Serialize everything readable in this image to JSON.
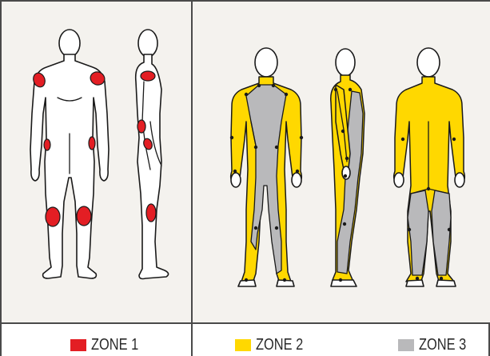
{
  "legend": {
    "zone1": {
      "label": "ZONE 1",
      "color": "#e31e24"
    },
    "zone2": {
      "label": "ZONE 2",
      "color": "#ffd800"
    },
    "zone3": {
      "label": "ZONE 3",
      "color": "#b9b9bb"
    }
  },
  "colors": {
    "outline": "#1a1a1a",
    "border": "#4a4a4a",
    "panel_bg": "#f4f2ee",
    "zone1": "#e31e24",
    "zone2": "#ffd800",
    "zone3": "#b9b9bb"
  },
  "figures": {
    "left_panel": [
      "front-figure-zone1",
      "side-figure-zone1"
    ],
    "right_panel": [
      "front-figure-zones23",
      "side-figure-zones23",
      "back-figure-zones23"
    ]
  }
}
